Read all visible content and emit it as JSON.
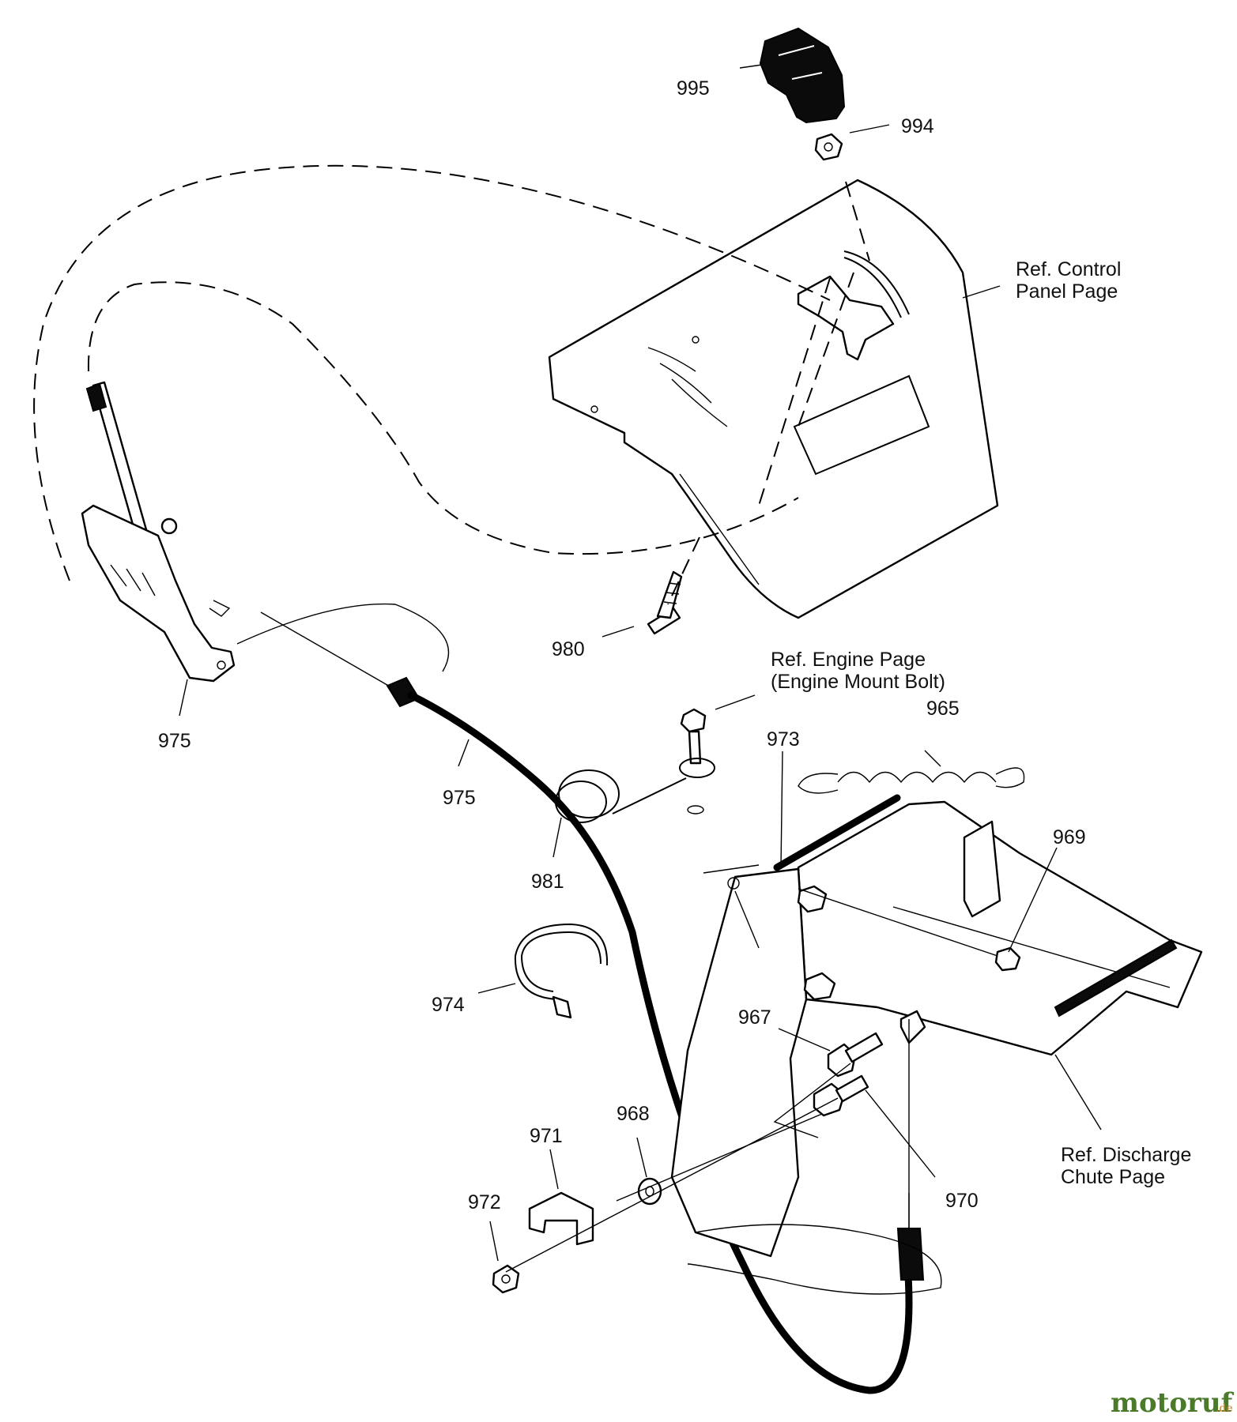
{
  "callouts": {
    "p995": "995",
    "p994": "994",
    "p980": "980",
    "p975_lever": "975",
    "p975_cable": "975",
    "p981": "981",
    "p974": "974",
    "p973": "973",
    "p965": "965",
    "p969": "969",
    "p967": "967",
    "p968": "968",
    "p971": "971",
    "p972": "972",
    "p970": "970"
  },
  "references": {
    "control_panel": [
      "Ref. Control",
      "Panel Page"
    ],
    "engine": [
      "Ref. Engine Page",
      "(Engine Mount Bolt)"
    ],
    "discharge_chute": [
      "Ref. Discharge",
      "Chute Page"
    ]
  },
  "watermark": {
    "brand": "motoruf",
    "suffix": ".de"
  }
}
